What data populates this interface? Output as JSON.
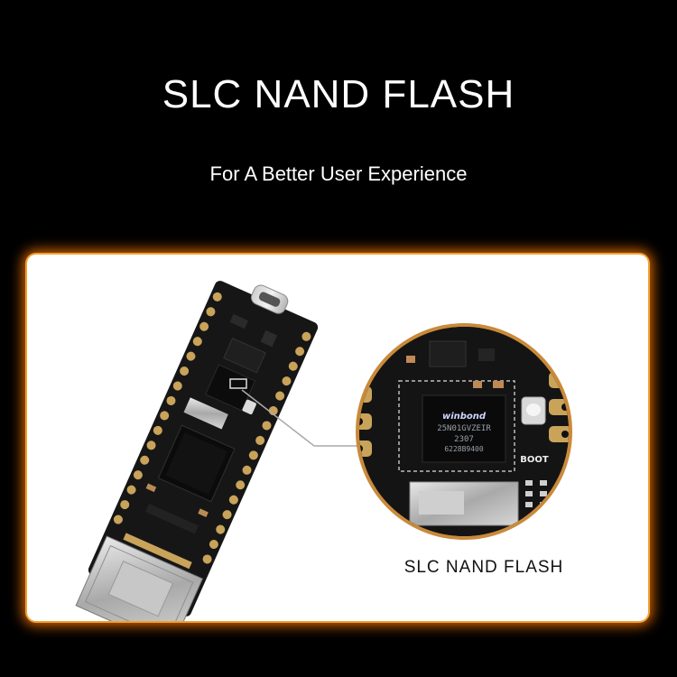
{
  "header": {
    "title": "SLC NAND FLASH",
    "subtitle": "For A Better User Experience"
  },
  "product": {
    "callout_label": "SLC NAND FLASH",
    "chip_brand": "winbond",
    "chip_part": "25N01GVZEIR",
    "chip_date": "2307",
    "chip_code": "6228B9400",
    "boot_label": "BOOT"
  },
  "colors": {
    "page_background": "#000000",
    "card_background": "#ffffff",
    "card_glow": "#ff7a00",
    "board": "#141414",
    "pad_gold": "#c9a35a"
  }
}
